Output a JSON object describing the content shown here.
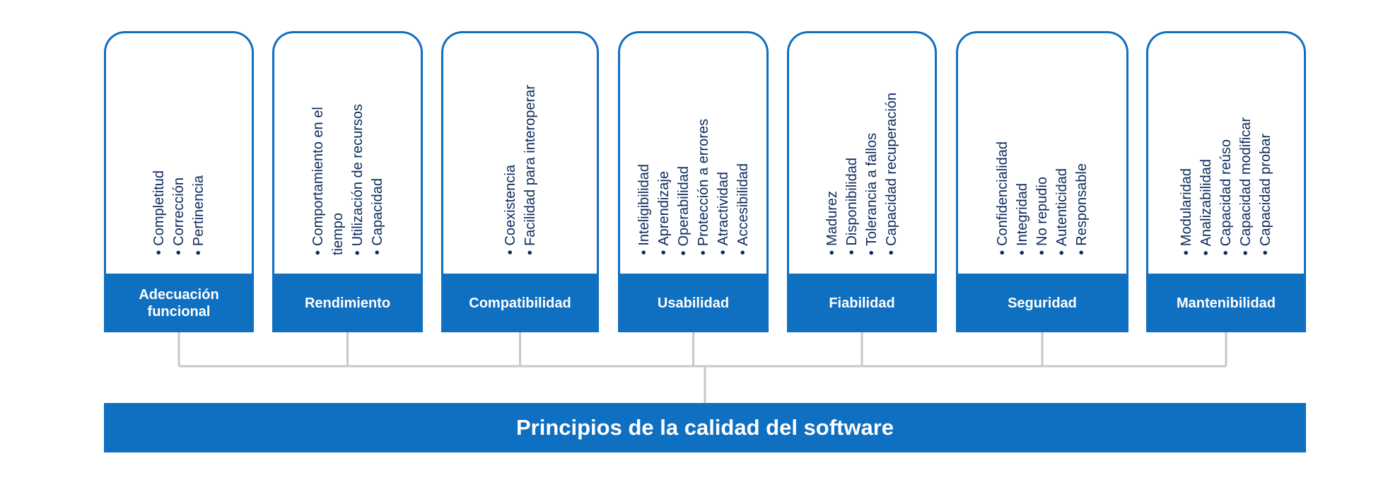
{
  "title": "Principios de la calidad del software",
  "categories": [
    {
      "label": "Adecuación funcional",
      "items": [
        "Completitud",
        "Corrección",
        "Pertinencia"
      ]
    },
    {
      "label": "Rendimiento",
      "items": [
        "Comportamiento en el tiempo",
        "Utilización de recursos",
        "Capacidad"
      ]
    },
    {
      "label": "Compatibilidad",
      "items": [
        "Coexistencia",
        "Facilidad para interoperar"
      ]
    },
    {
      "label": "Usabilidad",
      "items": [
        "Inteligibilidad",
        "Aprendizaje",
        "Operabilidad",
        "Protección a errores",
        "Atractividad",
        "Accesibilidad"
      ]
    },
    {
      "label": "Fiabilidad",
      "items": [
        "Madurez",
        "Disponibilidad",
        "Tolerancia a fallos",
        "Capacidad recuperación"
      ]
    },
    {
      "label": "Seguridad",
      "items": [
        "Confidencialidad",
        "Integridad",
        "No repudio",
        "Autenticidad",
        "Responsable"
      ]
    },
    {
      "label": "Mantenibilidad",
      "items": [
        "Modularidad",
        "Analizabilidad",
        "Capacidad reúso",
        "Capacidad modificar",
        "Capacidad probar"
      ]
    }
  ],
  "colors": {
    "accent": "#0f6fc0",
    "text": "#0c2a5c",
    "connector": "#c8c8c8"
  }
}
